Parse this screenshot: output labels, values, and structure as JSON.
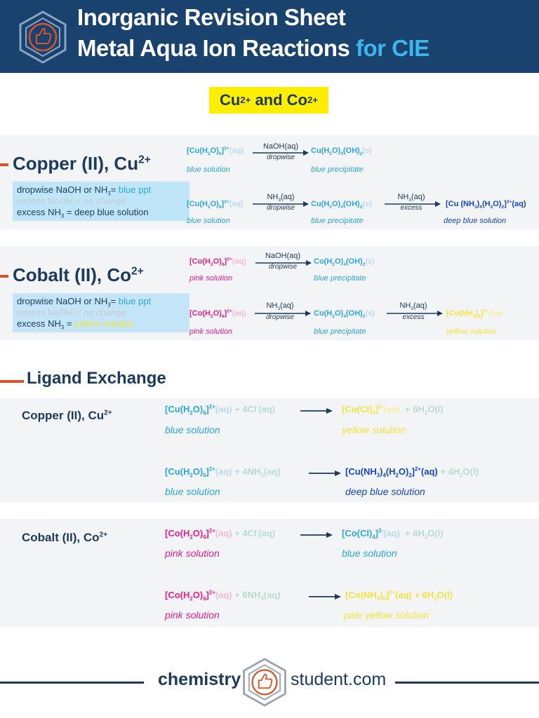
{
  "header": {
    "title_line1": "Inorganic Revision Sheet",
    "title_line2_main": "Metal Aqua Ion Reactions",
    "title_line2_accent": "for CIE"
  },
  "pill": {
    "main1": "Cu",
    "sup1": "2+",
    "mid": " and Co",
    "sup2": "2+"
  },
  "copper": {
    "title": "Copper (II), Cu",
    "title_sup": "2+",
    "info": {
      "line1_a": "dropwise NaOH or NH",
      "line1_sub": "3",
      "line1_b": "= ",
      "line1_c": "blue ppt",
      "line2": "excess NaOH = no change",
      "line3_a": "excess NH",
      "line3_sub": "3",
      "line3_b": " = deep blue solution"
    },
    "r1": {
      "reactant_a": "[Cu(H",
      "reactant_sub1": "2",
      "reactant_b": "O)",
      "reactant_sub2": "6",
      "reactant_c": "]",
      "reactant_sup": "2+",
      "reactant_state": "(aq)",
      "arrow_top": "NaOH(aq)",
      "arrow_bottom": "dropwise",
      "product_a": "Cu(H",
      "product_sub1": "2",
      "product_b": "O)",
      "product_sub2": "4",
      "product_c": "(OH)",
      "product_sub3": "2",
      "product_state": "(s)",
      "reactant_label": "blue solution",
      "product_label": "blue precipitate"
    },
    "r2": {
      "reactant_label": "blue solution",
      "product_label": "blue precipitate",
      "arrow1_top_a": "NH",
      "arrow1_top_sub": "3",
      "arrow1_top_b": "(aq)",
      "arrow1_bottom": "dropwise",
      "arrow2_top_a": "NH",
      "arrow2_top_sub": "3",
      "arrow2_top_b": "(aq)",
      "arrow2_bottom": "excess",
      "final_a": "[Cu (NH",
      "final_sub1": "3",
      "final_b": ")",
      "final_sub2": "4",
      "final_c": "(H",
      "final_sub3": "2",
      "final_d": "O)",
      "final_sub4": "2",
      "final_e": "]",
      "final_sup": "2+",
      "final_state": "(aq)",
      "final_label": "deep blue solution"
    }
  },
  "cobalt": {
    "title": "Cobalt (II), Co",
    "title_sup": "2+",
    "info": {
      "line1_a": "dropwise NaOH or NH",
      "line1_sub": "3",
      "line1_b": "= ",
      "line1_c": "blue ppt",
      "line2": "excess NaOH = no change",
      "line3_a": "excess NH",
      "line3_sub": "3",
      "line3_b": " = ",
      "line3_c": "yellow solution"
    },
    "r1": {
      "reactant_a": "[Co(H",
      "reactant_sub1": "2",
      "reactant_b": "O)",
      "reactant_sub2": "6",
      "reactant_c": "]",
      "reactant_sup": "2+",
      "reactant_state": "(aq)",
      "arrow_top": "NaOH(aq)",
      "arrow_bottom": "dropwise",
      "product_a": "Co(H",
      "product_sub1": "2",
      "product_b": "O)",
      "product_sub2": "4",
      "product_c": "(OH)",
      "product_sub3": "2",
      "product_state": "(s)",
      "reactant_label": "pink solution",
      "product_label": "blue precipitate"
    },
    "r2": {
      "reactant_label": "pink solution",
      "product_label": "blue precipitate",
      "arrow1_top_a": "NH",
      "arrow1_top_sub": "3",
      "arrow1_top_b": "(aq)",
      "arrow1_bottom": "dropwise",
      "arrow2_top_a": "NH",
      "arrow2_top_sub": "3",
      "arrow2_top_b": "(aq)",
      "arrow2_bottom": "excess",
      "final_a": "[Co(NH",
      "final_sub1": "3",
      "final_b": ")",
      "final_sub2": "6",
      "final_c": "]",
      "final_sup": "2+",
      "final_state": "(aq)",
      "final_label": "yellow solution"
    }
  },
  "ligand": {
    "title": "Ligand Exchange",
    "copper_title": "Copper (II), Cu",
    "copper_sup": "2+",
    "cobalt_title": "Cobalt (II), Co",
    "cobalt_sup": "2+",
    "cu1": {
      "r_a": "[Cu(H",
      "r_sub1": "2",
      "r_b": "O)",
      "r_sub2": "6",
      "r_c": "]",
      "r_sup": "2+",
      "r_state": "(aq)",
      "plus": " + 4Cl",
      "plus_sup": "-",
      "plus_state": "(aq)",
      "p_a": "[Cu(Cl)",
      "p_sub": "4",
      "p_b": "]",
      "p_sup": "2-",
      "p_state": "(aq)",
      "p_plus": "  + 6H",
      "p_plus_sub": "2",
      "p_plus_b": "O(l)",
      "r_label": "blue solution",
      "p_label": "yellow solution"
    },
    "cu2": {
      "r_a": "[Cu(H",
      "r_sub1": "2",
      "r_b": "O)",
      "r_sub2": "6",
      "r_c": "]",
      "r_sup": "2+",
      "r_state": "(aq)",
      "plus": " + 4NH",
      "plus_sub": "3",
      "plus_state": "(aq)",
      "p_a": "[Cu(NH",
      "p_sub1": "3",
      "p_b": ")",
      "p_sub2": "4",
      "p_c": "(H",
      "p_sub3": "2",
      "p_d": "O)",
      "p_sub4": "2",
      "p_e": "]",
      "p_sup": "2+",
      "p_state": "(aq)",
      "p_plus": " + 4H",
      "p_plus_sub": "2",
      "p_plus_b": "O(l)",
      "r_label": "blue solution",
      "p_label": "deep blue solution"
    },
    "co1": {
      "r_a": "[Co(H",
      "r_sub1": "2",
      "r_b": "O)",
      "r_sub2": "6",
      "r_c": "]",
      "r_sup": "2+",
      "r_state": "(aq)",
      "plus": " + 4Cl",
      "plus_sup": "-",
      "plus_state": "(aq)",
      "p_a": "[Co(Cl)",
      "p_sub": "4",
      "p_b": "]",
      "p_sup": "2-",
      "p_state": "(aq)",
      "p_plus": "  + 6H",
      "p_plus_sub": "2",
      "p_plus_b": "O(l)",
      "r_label": "pink solution",
      "p_label": "blue solution"
    },
    "co2": {
      "r_a": "[Co(H",
      "r_sub1": "2",
      "r_b": "O)",
      "r_sub2": "6",
      "r_c": "]",
      "r_sup": "2+",
      "r_state": "(aq)",
      "plus": " + 6NH",
      "plus_sub": "3",
      "plus_state": "(aq)",
      "p_a": "[Co(NH",
      "p_sub": "3",
      "p_b": ")",
      "p_sub2": "6",
      "p_c": "]",
      "p_sup": "2+",
      "p_state": "(aq)",
      "p_plus": " + 6H",
      "p_plus_sub": "2",
      "p_plus_b": "O(l)",
      "r_label": "pink solution",
      "p_label": "pale yellow solution"
    }
  },
  "footer": {
    "left": "chemistry",
    "right": "student.com"
  },
  "colors": {
    "header": "#1a426f",
    "accent": "#3db6ec",
    "pill": "#ffee00",
    "marker": "#d9542a",
    "infobox": "#bfe6f8"
  }
}
